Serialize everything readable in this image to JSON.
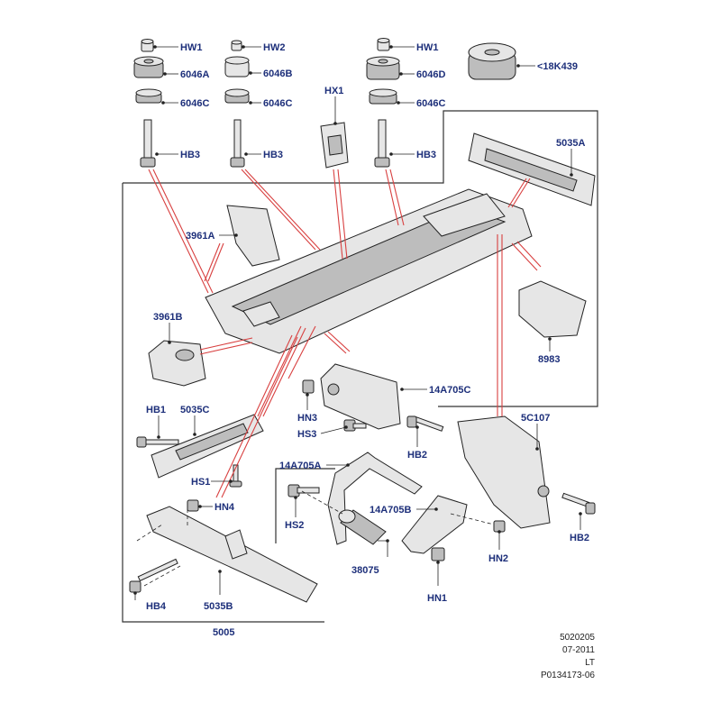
{
  "colors": {
    "label": "#1d2f7a",
    "highlight": "#d84040",
    "line": "#222222"
  },
  "labels": {
    "hw1_a": "HW1",
    "hw2": "HW2",
    "hw1_b": "HW1",
    "p6046a": "6046A",
    "p6046b": "6046B",
    "p6046d": "6046D",
    "p18k439": "<18K439",
    "p6046c_a": "6046C",
    "p6046c_b": "6046C",
    "p6046c_c": "6046C",
    "hx1": "HX1",
    "hb3_a": "HB3",
    "hb3_b": "HB3",
    "hb3_c": "HB3",
    "p5035a": "5035A",
    "p3961a": "3961A",
    "p3961b": "3961B",
    "p8983": "8983",
    "p14a705c": "14A705C",
    "hn3": "HN3",
    "hs3": "HS3",
    "hb1": "HB1",
    "p5035c": "5035C",
    "p5c107": "5C107",
    "hb2_a": "HB2",
    "hb2_b": "HB2",
    "hs1": "HS1",
    "hn4": "HN4",
    "p14a705a": "14A705A",
    "p14a705b": "14A705B",
    "hs2": "HS2",
    "hn2": "HN2",
    "p38075": "38075",
    "hn1": "HN1",
    "hb4": "HB4",
    "p5035b": "5035B",
    "p5005": "5005"
  },
  "info": {
    "code": "5020205",
    "date": "07-2011",
    "side": "LT",
    "ref": "P0134173-06"
  }
}
